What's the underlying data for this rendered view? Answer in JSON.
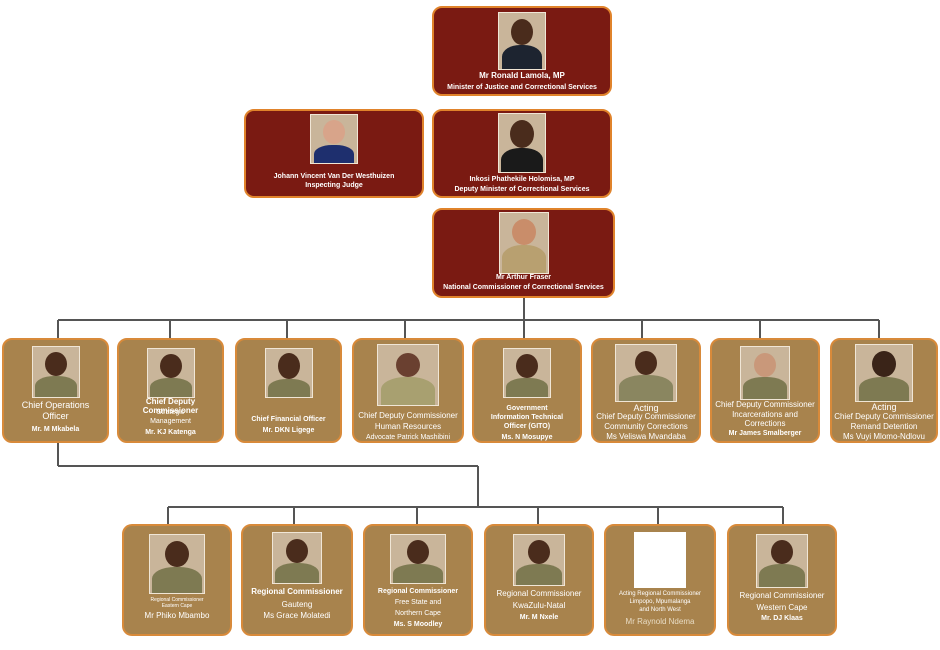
{
  "minister": {
    "name": "Mr Ronald Lamola, MP",
    "title": "Minister of Justice and Correctional Services"
  },
  "judge": {
    "name": "Johann Vincent Van Der Westhuizen",
    "title": "Inspecting Judge"
  },
  "deputy": {
    "name": "Inkosi Phathekile Holomisa, MP",
    "title": "Deputy Minister of Correctional Services"
  },
  "commissioner": {
    "name": "Mr Arthur Fraser",
    "title": "National Commissioner of Correctional Services"
  },
  "row1": [
    {
      "l1": "Chief Operations",
      "l2": "Officer",
      "l3": "",
      "l4": "Mr. M Mkabela"
    },
    {
      "l1": "Chief Deputy Commissioner",
      "l2": "Strategic",
      "l3": "Management",
      "l4": "Mr. KJ Katenga"
    },
    {
      "l1": "Chief Financial Officer",
      "l2": "",
      "l3": "",
      "l4": "Mr. DKN Ligege"
    },
    {
      "l1": "Chief Deputy Commissioner",
      "l2": "Human Resources",
      "l3": "",
      "l4": "Advocate Patrick Mashibini"
    },
    {
      "l1": "Government",
      "l2": "Information Technical",
      "l3": "Officer (GITO)",
      "l4": "Ms. N Mosupye"
    },
    {
      "l1": "Acting",
      "l2": "Chief Deputy Commissioner",
      "l3": "Community Corrections",
      "l4": "Ms Veliswa Mvandaba"
    },
    {
      "l1": "Chief Deputy Commissioner",
      "l2": "Incarcerations and",
      "l3": "Corrections",
      "l4": "Mr James Smalberger"
    },
    {
      "l1": "Acting",
      "l2": "Chief Deputy Commissioner",
      "l3": "Remand Detention",
      "l4": "Ms Vuyi Mlomo-Ndlovu"
    }
  ],
  "row2": [
    {
      "l1": "Regional Commissioner",
      "l2": "Eastern Cape",
      "l3": "",
      "l4": "Mr Phiko Mbambo"
    },
    {
      "l1": "Regional Commissioner",
      "l2": "Gauteng",
      "l3": "",
      "l4": "Ms Grace Molatedi"
    },
    {
      "l1": "Regional Commissioner",
      "l2": "Free State and",
      "l3": "Northern Cape",
      "l4": "Ms. S Moodley"
    },
    {
      "l1": "Regional Commissioner",
      "l2": "KwaZulu-Natal",
      "l3": "",
      "l4": "Mr. M Nxele"
    },
    {
      "l1": "Acting Regional Commissioner",
      "l2": "Limpopo, Mpumalanga",
      "l3": "and North West",
      "l4": "Mr Raynold Ndema"
    },
    {
      "l1": "Regional Commissioner",
      "l2": "Western Cape",
      "l3": "",
      "l4": "Mr. DJ Klaas"
    }
  ],
  "colors": {
    "red_box": "#7a1a12",
    "gold_box": "#a8834d",
    "border": "#e0832b"
  }
}
